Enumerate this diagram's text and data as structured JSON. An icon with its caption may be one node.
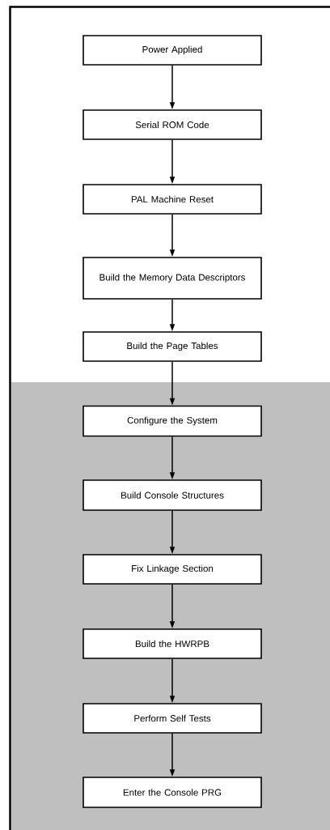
{
  "diagram": {
    "nodes": [
      {
        "text": [
          "Power Applied"
        ]
      },
      {
        "text": [
          "Serial ROM Code"
        ]
      },
      {
        "text": [
          "PAL Machine Reset"
        ]
      },
      {
        "text": [
          "Build the Memory Data Descriptors"
        ]
      },
      {
        "text": [
          "Build the Page Tables"
        ]
      },
      {
        "text": [
          "Configure the System"
        ]
      },
      {
        "text": [
          "Build Console Structures"
        ]
      },
      {
        "text": [
          "Fix Linkage Section"
        ]
      },
      {
        "text": [
          "Build the HWRPB"
        ]
      },
      {
        "text": [
          "Perform Self Tests"
        ]
      },
      {
        "text": [
          "Enter the Console PRG"
        ]
      }
    ],
    "edges": [
      {
        "from": 0,
        "to": 1,
        "arrow": "to"
      },
      {
        "from": 1,
        "to": 2,
        "arrow": "to"
      },
      {
        "from": 2,
        "to": 3,
        "arrow": "to"
      },
      {
        "from": 3,
        "to": 4,
        "arrow": "to"
      },
      {
        "from": 4,
        "to": 5,
        "arrow": "to"
      },
      {
        "from": 5,
        "to": 6,
        "arrow": "to"
      },
      {
        "from": 6,
        "to": 7,
        "arrow": "to"
      },
      {
        "from": 7,
        "to": 8,
        "arrow": "to"
      },
      {
        "from": 8,
        "to": 9,
        "arrow": "to"
      },
      {
        "from": 9,
        "to": 10,
        "arrow": "to"
      }
    ]
  }
}
